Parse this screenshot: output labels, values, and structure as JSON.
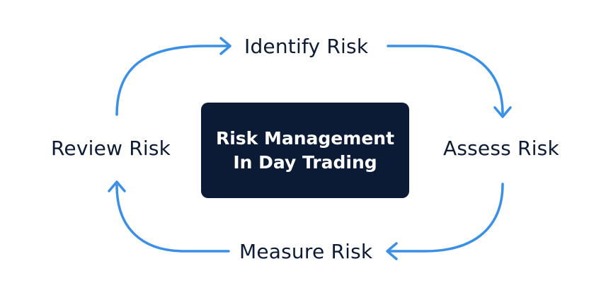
{
  "center": {
    "line1": "Risk Management",
    "line2": "In Day Trading"
  },
  "steps": {
    "identify": "Identify Risk",
    "assess": "Assess Risk",
    "measure": "Measure Risk",
    "review": "Review Risk"
  },
  "colors": {
    "arrow": "#3a8fe6",
    "center_bg": "#0b1b36",
    "label_text": "#0d1b35"
  },
  "icons": {
    "arrow_head": "chevron-arrow-icon"
  }
}
